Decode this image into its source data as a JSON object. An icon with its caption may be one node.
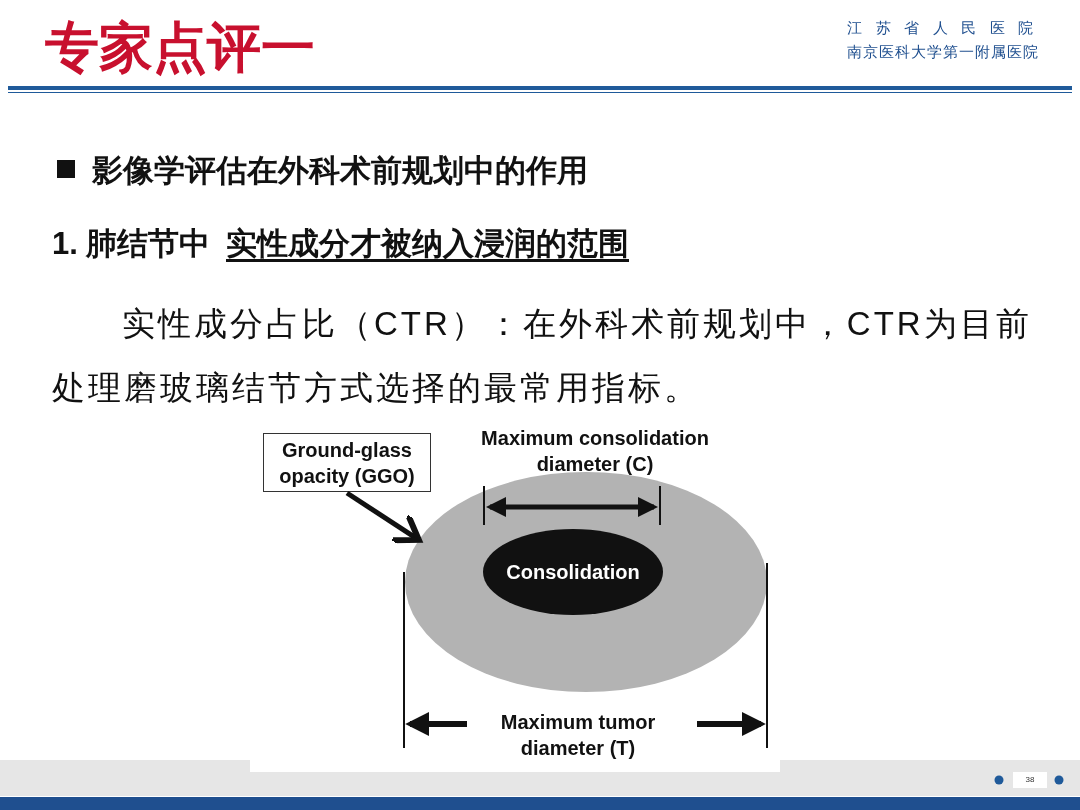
{
  "diagram": {
    "title": "专家点评一",
    "nodes": [
      {
        "text": [
          "Ground-glass opacity (GGO)"
        ]
      },
      {
        "text": [],
        "shape": "ellipse"
      },
      {
        "text": [
          "Consolidation"
        ],
        "in": 1
      }
    ],
    "edges": [
      {
        "from": 0,
        "to": 1,
        "arrow": "to"
      }
    ],
    "labels": [
      "江苏省人民医院",
      "南京医科大学第一附属医院",
      "影像学评估在外科术前规划中的作用",
      "1. 肺结节中",
      "实性成分才被纳入浸润的范围",
      "实性成分占比（CTR）：在外科术前规划中，CTR为目前处理磨玻璃结节方式选择的最常用指标。",
      "Maximum consolidation diameter (C)",
      "Maximum tumor diameter (T)",
      "38"
    ]
  }
}
